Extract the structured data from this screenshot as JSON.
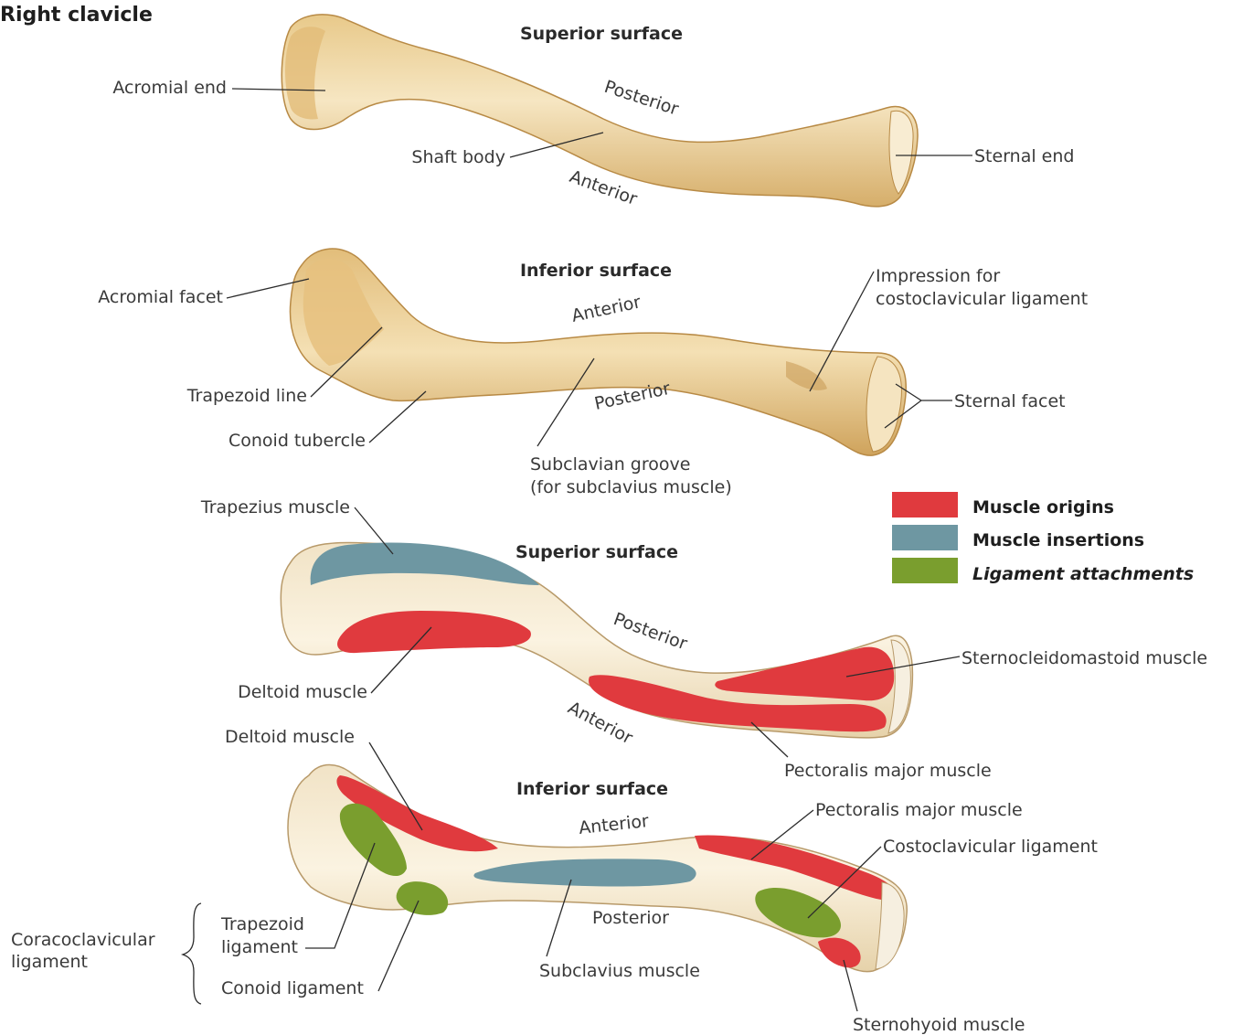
{
  "title": "Right clavicle",
  "views": {
    "v1": {
      "heading": "Superior surface",
      "labels": {
        "acromial_end": "Acromial end",
        "shaft_body": "Shaft body",
        "sternal_end": "Sternal end",
        "posterior": "Posterior",
        "anterior": "Anterior"
      }
    },
    "v2": {
      "heading": "Inferior surface",
      "labels": {
        "acromial_facet": "Acromial facet",
        "trapezoid_line": "Trapezoid line",
        "conoid_tubercle": "Conoid tubercle",
        "subclavian_groove_1": "Subclavian groove",
        "subclavian_groove_2": "(for subclavius muscle)",
        "impression_1": "Impression for",
        "impression_2": "costoclavicular ligament",
        "sternal_facet": "Sternal facet",
        "anterior": "Anterior",
        "posterior": "Posterior"
      }
    },
    "v3": {
      "heading": "Superior surface",
      "labels": {
        "trapezius": "Trapezius muscle",
        "deltoid": "Deltoid muscle",
        "scm": "Sternocleidomastoid muscle",
        "pectoralis": "Pectoralis major muscle",
        "posterior": "Posterior",
        "anterior": "Anterior"
      }
    },
    "v4": {
      "heading": "Inferior surface",
      "labels": {
        "deltoid": "Deltoid muscle",
        "pectoralis": "Pectoralis major muscle",
        "costoclavicular": "Costoclavicular ligament",
        "coracoclavicular_1": "Coracoclavicular",
        "coracoclavicular_2": "ligament",
        "trapezoid_1": "Trapezoid",
        "trapezoid_2": "ligament",
        "conoid": "Conoid ligament",
        "subclavius": "Subclavius muscle",
        "sternohyoid": "Sternohyoid muscle",
        "anterior": "Anterior",
        "posterior": "Posterior"
      }
    }
  },
  "legend": {
    "items": [
      {
        "label": "Muscle origins",
        "color": "#e03a3e"
      },
      {
        "label": "Muscle insertions",
        "color": "#6e97a2"
      },
      {
        "label": "Ligament attachments",
        "color": "#7a9e2e"
      }
    ]
  },
  "colors": {
    "bone": "#f3dfb2",
    "bone_shade": "#d9b778",
    "origin": "#e03a3e",
    "insertion": "#6e97a2",
    "ligament": "#7a9e2e"
  }
}
